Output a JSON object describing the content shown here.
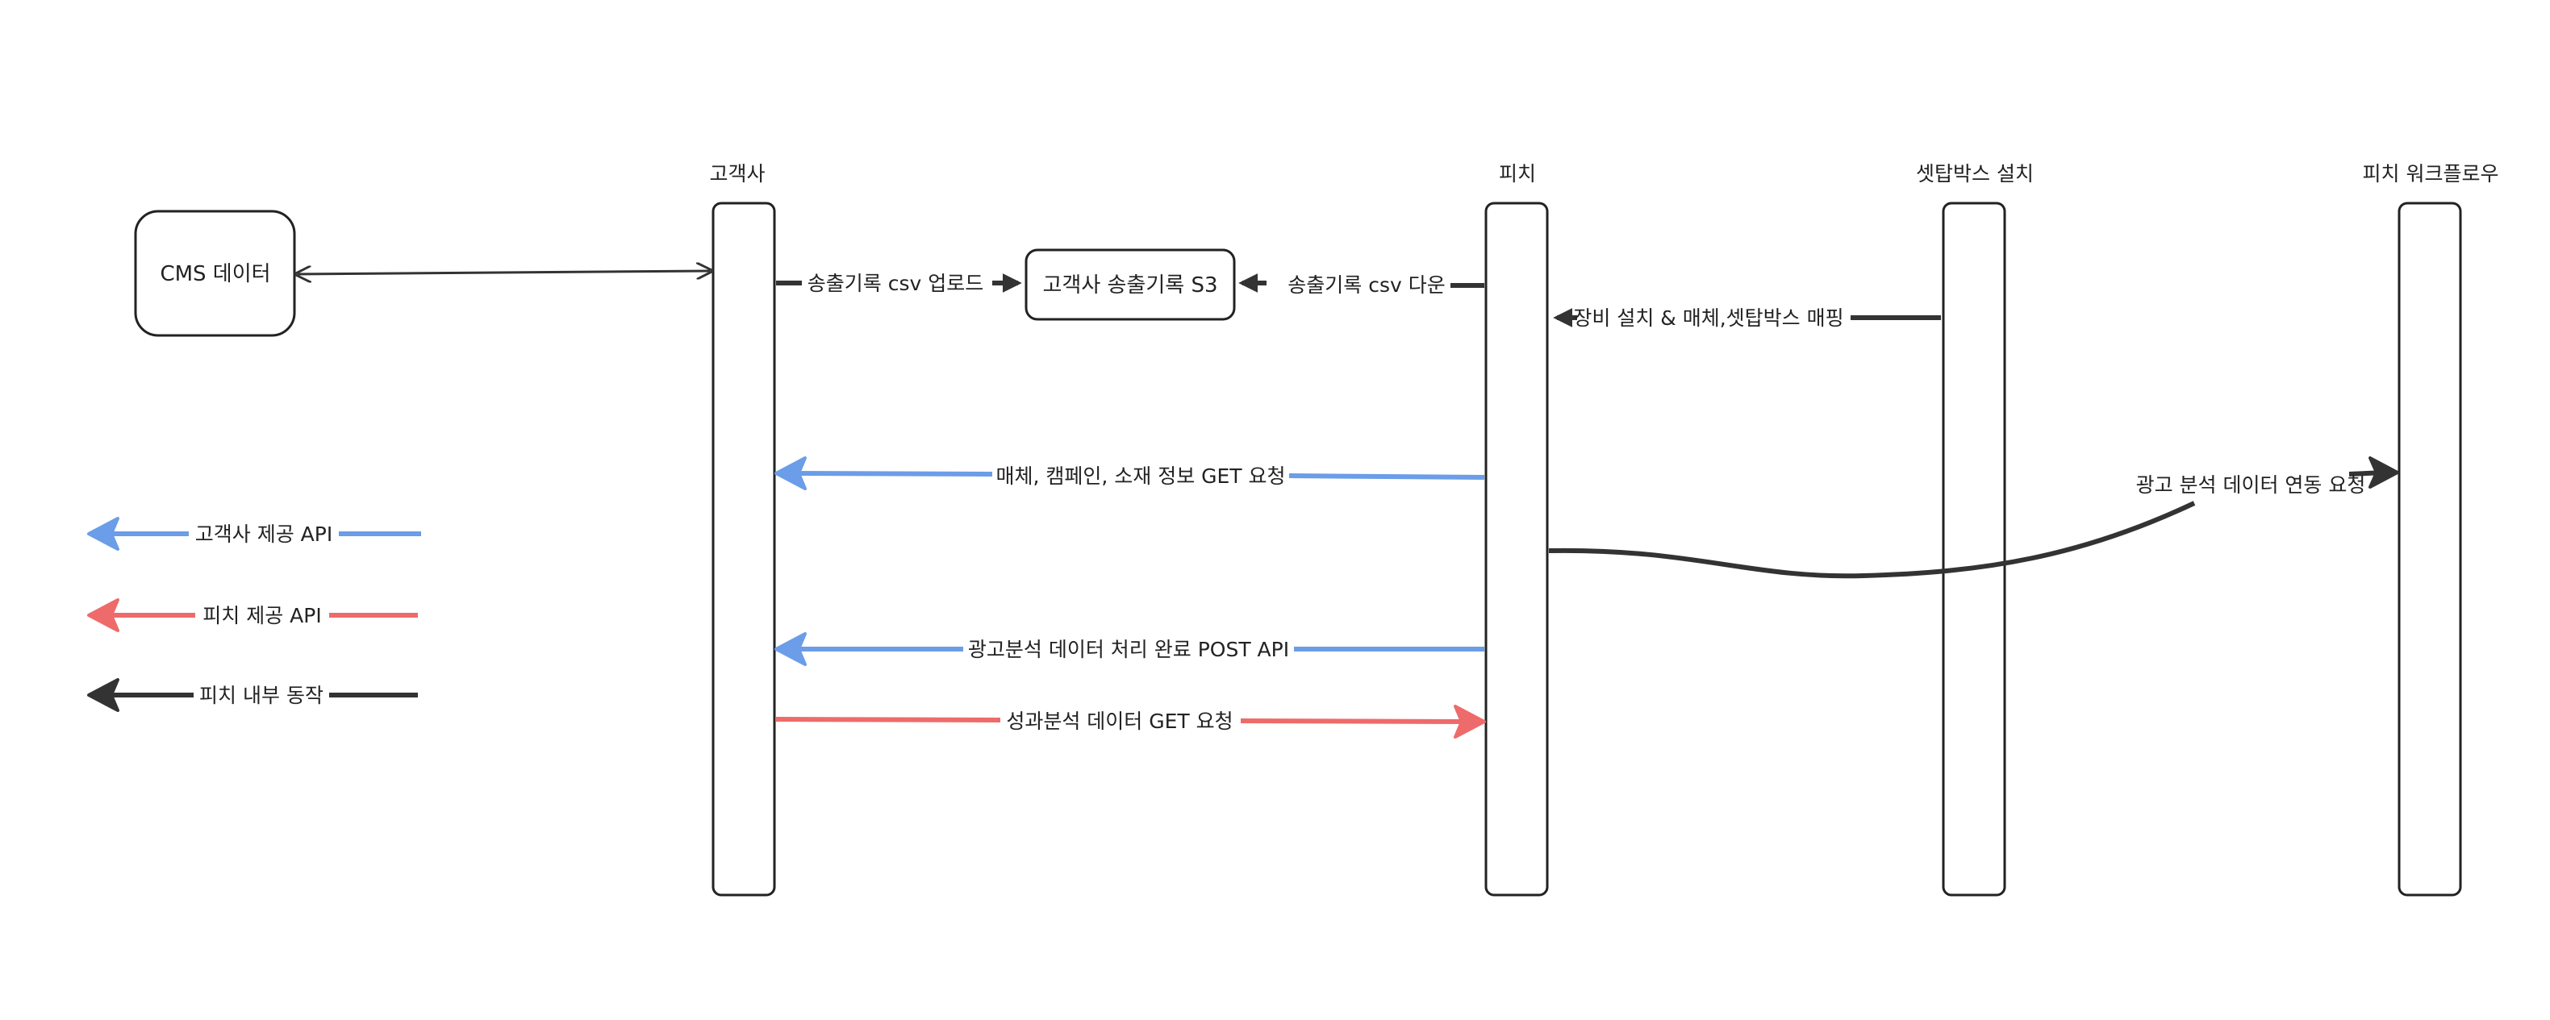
{
  "colors": {
    "customer_api": "#6b9de8",
    "peach_api": "#ee6b6b",
    "internal": "#333333",
    "stroke": "#222222",
    "background": "#ffffff"
  },
  "lanes": {
    "customer": "고객사",
    "peach": "피치",
    "settop": "셋탑박스 설치",
    "workflow": "피치 워크플로우"
  },
  "boxes": {
    "cms": "CMS 데이터",
    "s3": "고객사 송출기록 S3"
  },
  "edges": {
    "csv_upload": "송출기록 csv 업로드",
    "csv_download": "송출기록 csv 다운",
    "device_install": "장비 설치 & 매체,셋탑박스 매핑",
    "media_get": "매체, 캠페인, 소재 정보 GET 요청",
    "ad_analysis_request": "광고 분석 데이터 연동 요청",
    "analysis_done_post": "광고분석 데이터 처리 완료 POST API",
    "performance_get": "성과분석 데이터 GET 요청"
  },
  "legend": {
    "customer_api": "고객사 제공 API",
    "peach_api": "피치 제공 API",
    "internal": "피치 내부 동작"
  }
}
